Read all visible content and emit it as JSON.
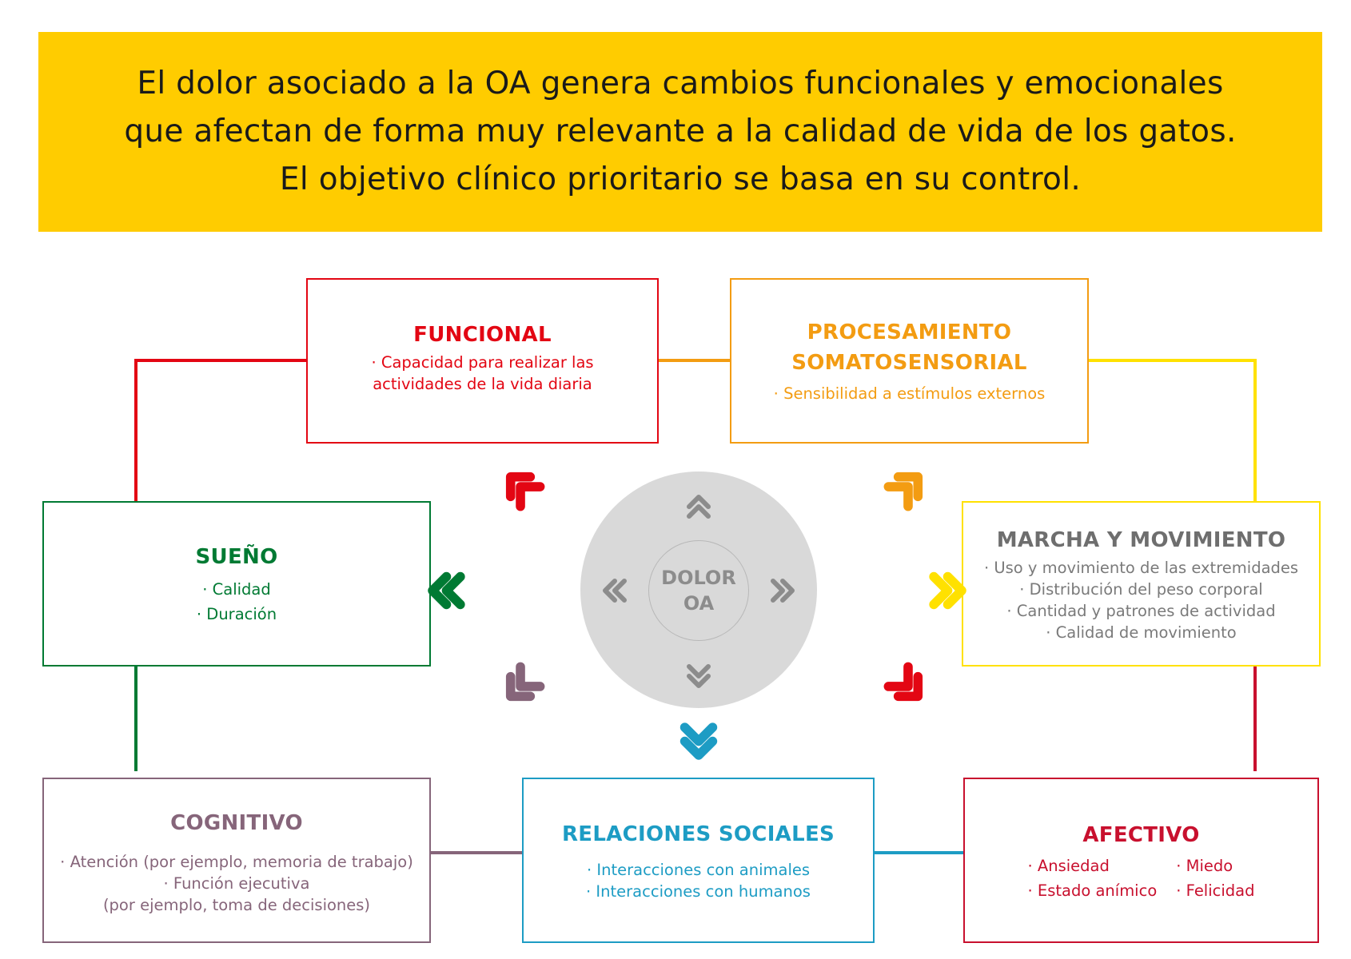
{
  "header": {
    "lines": [
      "El dolor asociado a la OA genera cambios funcionales y emocionales",
      "que afectan de forma muy relevante a la calidad de vida de los gatos.",
      "El objetivo clínico prioritario se basa en su control."
    ],
    "background": "#ffcc00"
  },
  "center": {
    "line1": "DOLOR",
    "line2": "OA"
  },
  "boxes": {
    "funcional": {
      "title": "FUNCIONAL",
      "items": [
        "· Capacidad para realizar las",
        "actividades de la vida diaria"
      ],
      "color": "#e30613"
    },
    "somatosensorial": {
      "title_line1": "PROCESAMIENTO",
      "title_line2": "SOMATOSENSORIAL",
      "items": [
        "· Sensibilidad a estímulos externos"
      ],
      "color": "#f39c12"
    },
    "sueno": {
      "title": "SUEÑO",
      "items": [
        "· Calidad",
        "· Duración"
      ],
      "color": "#007a33"
    },
    "marcha": {
      "title": "MARCHA Y MOVIMIENTO",
      "items": [
        "· Uso y movimiento de las extremidades",
        "· Distribución del peso corporal",
        "· Cantidad y patrones de actividad",
        "· Calidad de movimiento"
      ],
      "border_color": "#ffe100",
      "text_color": "#6e6e6e"
    },
    "cognitivo": {
      "title": "COGNITIVO",
      "items": [
        "· Atención (por ejemplo, memoria de trabajo)",
        "· Función ejecutiva",
        "(por ejemplo, toma de decisiones)"
      ],
      "color": "#86657a"
    },
    "relaciones": {
      "title": "RELACIONES SOCIALES",
      "items": [
        "· Interacciones con animales",
        "· Interacciones con humanos"
      ],
      "color": "#1d9cc4"
    },
    "afectivo": {
      "title": "AFECTIVO",
      "items": [
        "· Ansiedad",
        "· Miedo",
        "· Estado anímico",
        "· Felicidad"
      ],
      "color": "#c8102e"
    }
  }
}
